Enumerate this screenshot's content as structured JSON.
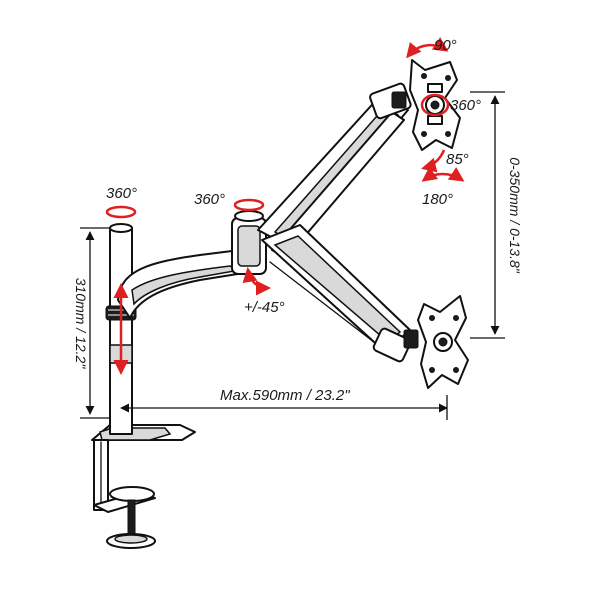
{
  "labels": {
    "rot_top": "90°",
    "rot_vesa": "360°",
    "tilt_down": "85°",
    "swivel_head": "180°",
    "rot_elbow": "360°",
    "rot_pole": "360°",
    "tilt_arm": "+/-45°",
    "height_range": "0-350mm / 0-13.8\"",
    "pole_height": "310mm / 12.2\"",
    "max_reach": "Max.590mm / 23.2\""
  },
  "colors": {
    "ink": "#111111",
    "accent": "#e02020",
    "metal": "#d9d9d9"
  },
  "icons": [
    "rotation-arrow-icon",
    "tilt-arrow-icon",
    "vesa-plate-icon",
    "desk-clamp-icon"
  ]
}
